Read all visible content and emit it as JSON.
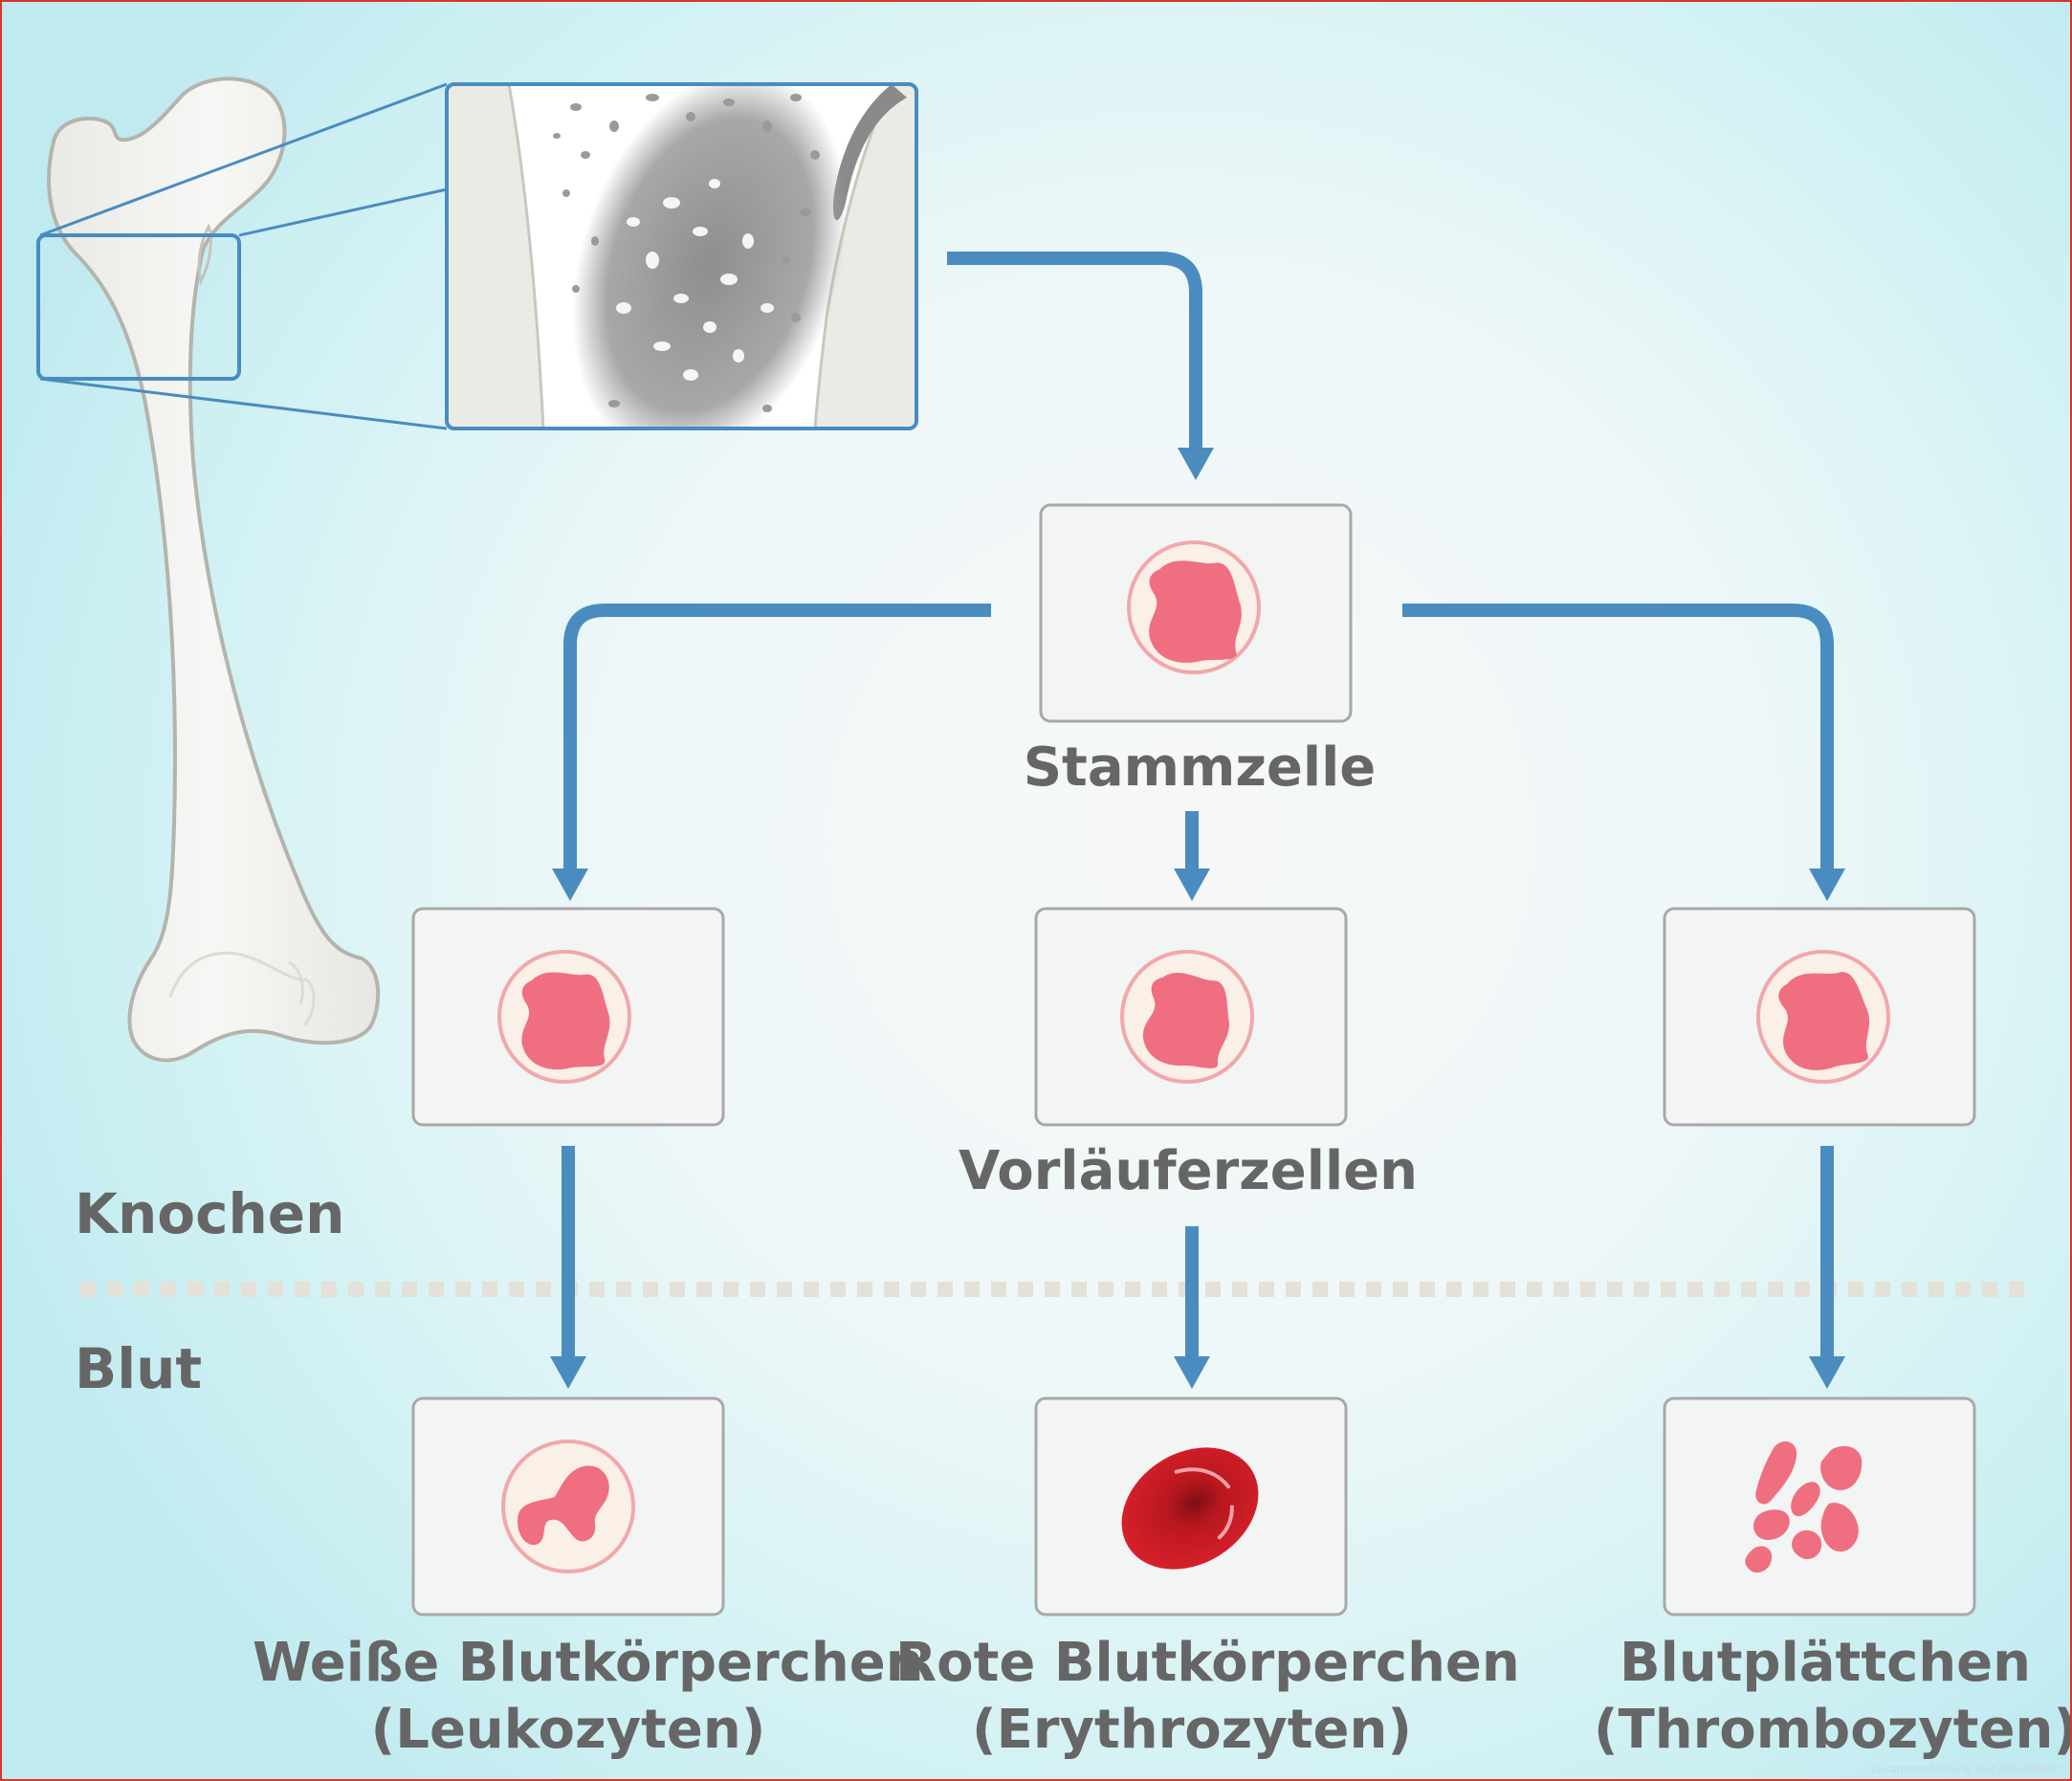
{
  "labels": {
    "stem_cell": "Stammzelle",
    "progenitor_cells": "Vorläuferzellen",
    "bone": "Knochen",
    "blood": "Blut",
    "white_cells": {
      "name": "Weiße Blutkörperchen",
      "latin": "(Leukozyten)"
    },
    "red_cells": {
      "name": "Rote Blutkörperchen",
      "latin": "(Erythrozyten)"
    },
    "platelets": {
      "name": "Blutplättchen",
      "latin": "(Thrombozyten)"
    }
  },
  "watermark": "Zusammenfassung Blut Arbeitsblatt",
  "icons": {
    "bone": "femur-bone-icon",
    "marrow": "bone-marrow-closeup-icon",
    "cell": "cell-nucleus-icon",
    "white_blood_cell": "leukocyte-icon",
    "red_blood_cell": "erythrocyte-icon",
    "platelets": "thrombocyte-icon"
  },
  "colors": {
    "arrow": "#4a8cc0",
    "box_border": "#a8a8a8",
    "label_text": "#666666",
    "nucleus": "#ef6f80",
    "red_cell": "#cc1c28"
  }
}
